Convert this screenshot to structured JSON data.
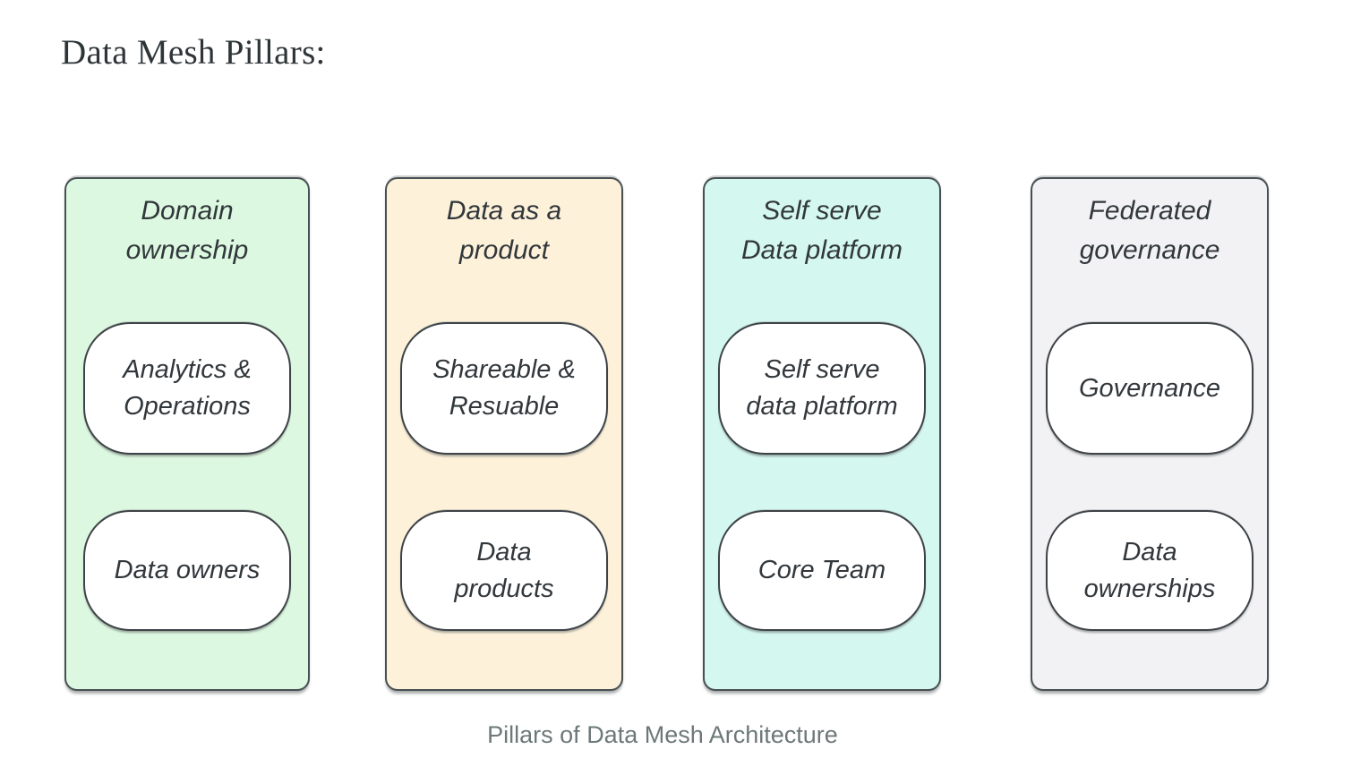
{
  "page": {
    "title": "Data Mesh Pillars:",
    "caption": "Pillars of Data Mesh Architecture",
    "background_color": "#ffffff",
    "title_color": "#2e3538",
    "caption_color": "#6d7878",
    "diagram_text_color": "#31373b",
    "border_color": "#485053"
  },
  "diagram": {
    "pillars": [
      {
        "id": "domain-ownership",
        "title": "Domain\nownership",
        "color": "#ddf8e1",
        "boxes": [
          "Analytics &\nOperations",
          "Data owners"
        ]
      },
      {
        "id": "data-as-a-product",
        "title": "Data as a\nproduct",
        "color": "#fdf1da",
        "boxes": [
          "Shareable &\nResuable",
          "Data\nproducts"
        ]
      },
      {
        "id": "self-serve-data-platform",
        "title": "Self serve\nData platform",
        "color": "#d4f7f0",
        "boxes": [
          "Self serve\ndata platform",
          "Core Team"
        ]
      },
      {
        "id": "federated-governance",
        "title": "Federated\ngovernance",
        "color": "#f2f2f4",
        "boxes": [
          "Governance",
          "Data\nownerships"
        ]
      }
    ]
  }
}
